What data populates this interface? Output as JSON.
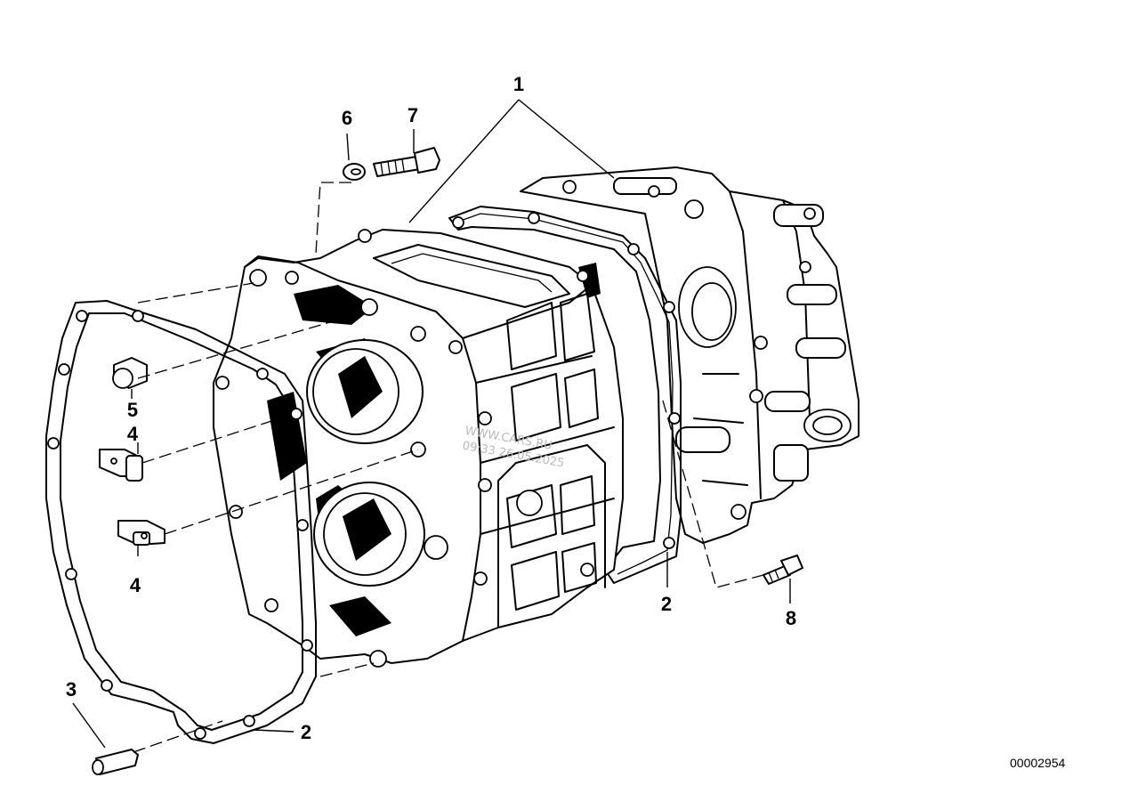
{
  "callouts": {
    "c1": "1",
    "c2a": "2",
    "c2b": "2",
    "c3": "3",
    "c4a": "4",
    "c4b": "4",
    "c5": "5",
    "c6": "6",
    "c7": "7",
    "c8": "8"
  },
  "document_number": "00002954",
  "watermark": {
    "line1": "WWW.CARS.RU",
    "line2": "09:33 26.05.2025"
  }
}
